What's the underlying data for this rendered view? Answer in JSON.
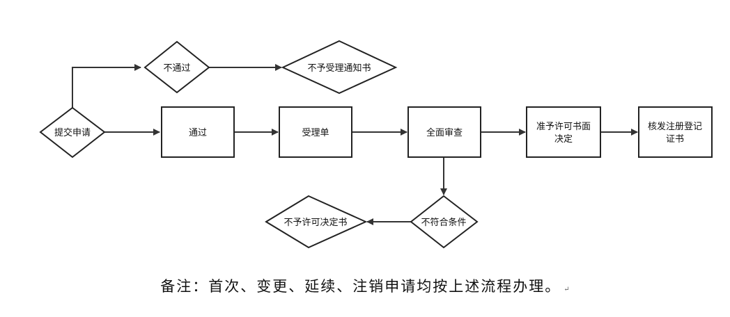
{
  "nodes": {
    "submit": "提交申请",
    "reject_decision": "不通过",
    "reject_notice": "不予受理通知书",
    "pass": "通过",
    "receipt": "受理单",
    "review": "全面审查",
    "approve_lines": [
      "准予许可书面",
      "决定"
    ],
    "issue_lines": [
      "核发注册登记",
      "证书"
    ],
    "not_qualified": "不符合条件",
    "deny_decision": "不予许可决定书"
  },
  "note": {
    "text": "备注：首次、变更、延续、注销申请均按上述流程办理。",
    "mark": "↵"
  }
}
